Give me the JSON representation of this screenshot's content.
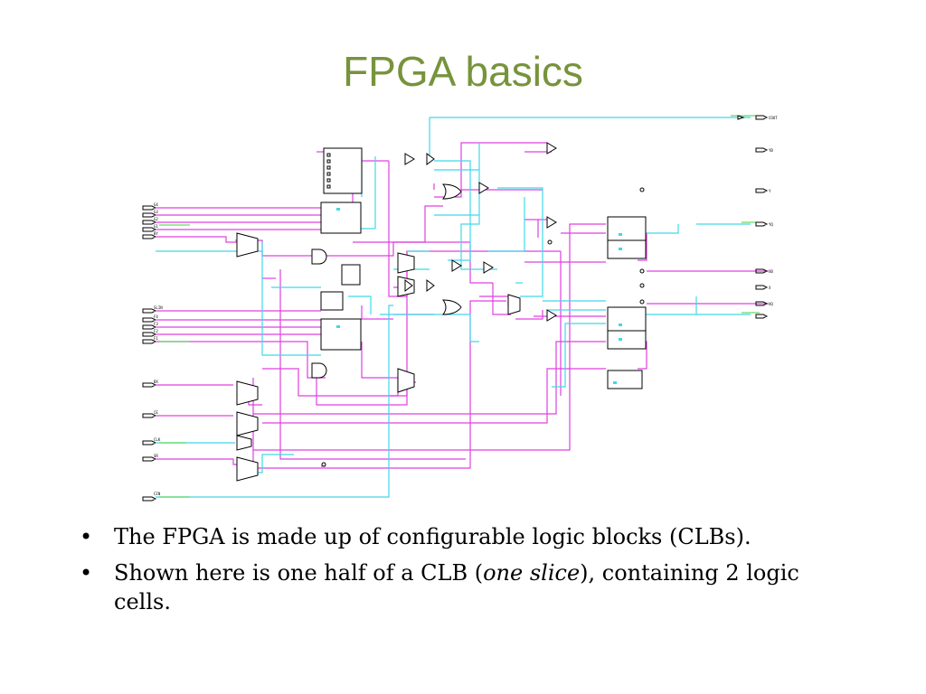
{
  "slide": {
    "title": "FPGA basics",
    "bullets": [
      {
        "text_before": "The FPGA is made up of configurable logic blocks (CLBs).",
        "italic": "",
        "text_after": ""
      },
      {
        "text_before": "Shown here is one half of a CLB (",
        "italic": "one slice",
        "text_after": "), containing 2 logic cells."
      }
    ],
    "bullet_symbol": "•"
  },
  "icons": {
    "bullet": "bullet-dot-icon",
    "schematic": "clb-slice-schematic"
  },
  "colors": {
    "title": "#77933c",
    "wire_magenta": "#e040e0",
    "wire_cyan": "#40d8e8",
    "wire_green": "#40d040"
  }
}
